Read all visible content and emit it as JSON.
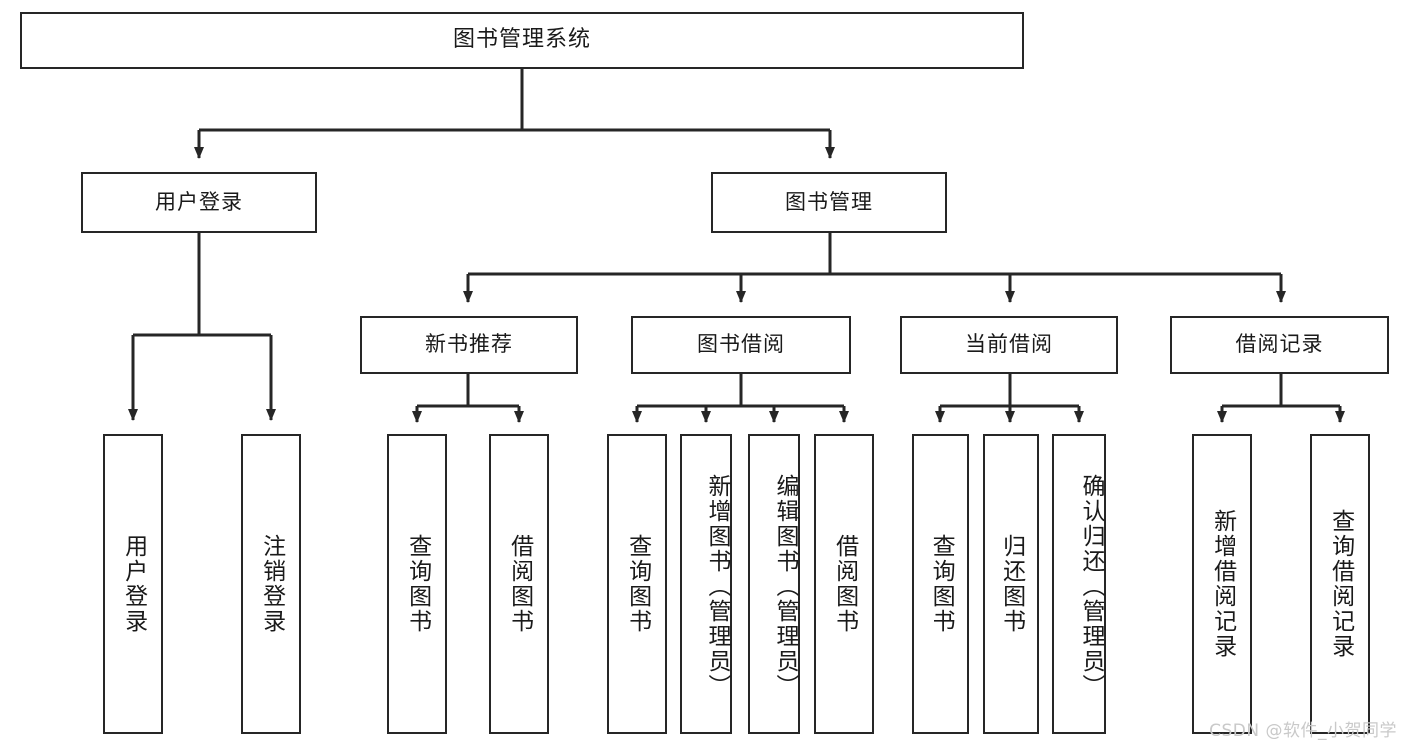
{
  "diagram": {
    "title": "图书管理系统",
    "type": "功能结构图",
    "root": {
      "label": "图书管理系统"
    },
    "level2": [
      {
        "key": "user-login",
        "label": "用户登录"
      },
      {
        "key": "book-manage",
        "label": "图书管理"
      }
    ],
    "level3": [
      {
        "key": "new-book-recommend",
        "label": "新书推荐",
        "parent": "book-manage"
      },
      {
        "key": "book-borrow",
        "label": "图书借阅",
        "parent": "book-manage"
      },
      {
        "key": "current-borrow",
        "label": "当前借阅",
        "parent": "book-manage"
      },
      {
        "key": "borrow-record",
        "label": "借阅记录",
        "parent": "book-manage"
      }
    ],
    "leaves": {
      "user_login": [
        {
          "key": "leaf-user-login",
          "label": "用户登录"
        },
        {
          "key": "leaf-logout-login",
          "label": "注销登录"
        }
      ],
      "new_book_recommend": [
        {
          "key": "leaf-query-book-1",
          "label": "查询图书"
        },
        {
          "key": "leaf-borrow-book-1",
          "label": "借阅图书"
        }
      ],
      "book_borrow": [
        {
          "key": "leaf-query-book-2",
          "label": "查询图书"
        },
        {
          "key": "leaf-add-book",
          "label": "新增图书（管理员）"
        },
        {
          "key": "leaf-edit-book",
          "label": "编辑图书（管理员）"
        },
        {
          "key": "leaf-borrow-book-2",
          "label": "借阅图书"
        }
      ],
      "current_borrow": [
        {
          "key": "leaf-query-book-3",
          "label": "查询图书"
        },
        {
          "key": "leaf-return-book",
          "label": "归还图书"
        },
        {
          "key": "leaf-confirm-return",
          "label": "确认归还（管理员）"
        }
      ],
      "borrow_record": [
        {
          "key": "leaf-add-record",
          "label": "新增借阅记录"
        },
        {
          "key": "leaf-query-record",
          "label": "查询借阅记录"
        }
      ]
    }
  },
  "watermark": {
    "text": "CSDN @软件_小贺同学"
  },
  "colors": {
    "stroke": "#262626",
    "box_fill": "#ffffff",
    "text": "#1a1a1a",
    "watermark": "#c9c9c9",
    "background": "#ffffff"
  }
}
